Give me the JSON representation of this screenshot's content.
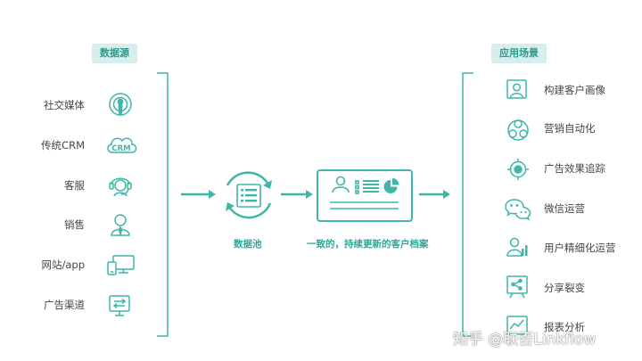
{
  "data_sources": {
    "title": "数据源",
    "items": [
      {
        "label": "社交媒体",
        "icon": "social-media-icon"
      },
      {
        "label": "传统CRM",
        "icon": "crm-cloud-icon",
        "icon_text": "CRM"
      },
      {
        "label": "客服",
        "icon": "customer-service-icon"
      },
      {
        "label": "销售",
        "icon": "sales-person-icon"
      },
      {
        "label": "网站/app",
        "icon": "website-app-icon"
      },
      {
        "label": "广告渠道",
        "icon": "ad-channel-icon"
      }
    ]
  },
  "data_pool": {
    "label": "数据池",
    "icon": "data-pool-icon"
  },
  "profile": {
    "label": "一致的，持续更新的客户档案",
    "icon": "customer-profile-card-icon"
  },
  "applications": {
    "title": "应用场景",
    "items": [
      {
        "label": "构建客户画像",
        "icon": "customer-portrait-icon"
      },
      {
        "label": "营销自动化",
        "icon": "marketing-automation-icon"
      },
      {
        "label": "广告效果追踪",
        "icon": "ad-tracking-icon"
      },
      {
        "label": "微信运营",
        "icon": "wechat-icon"
      },
      {
        "label": "用户精细化运营",
        "icon": "user-operation-icon"
      },
      {
        "label": "分享裂变",
        "icon": "share-fission-icon"
      },
      {
        "label": "报表分析",
        "icon": "report-analysis-icon"
      }
    ]
  },
  "watermark": "知乎 @联否Linkflow",
  "colors": {
    "accent": "#3fb6a8",
    "badge_bg": "#d6efec",
    "text": "#444444"
  }
}
